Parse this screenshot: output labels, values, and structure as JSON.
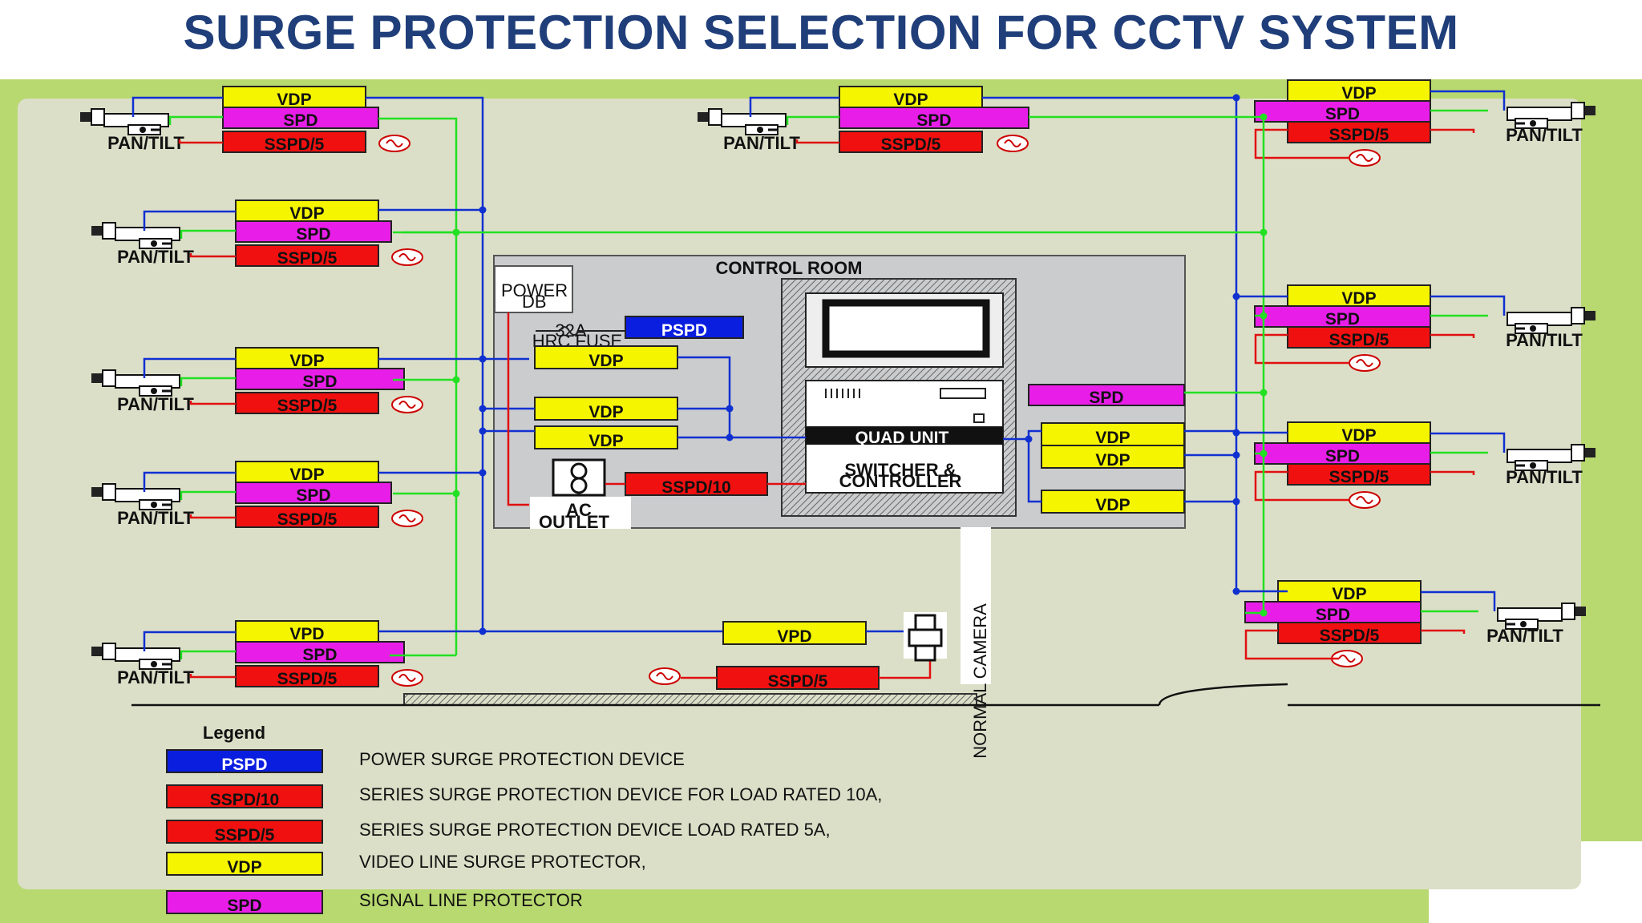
{
  "title": "SURGE PROTECTION SELECTION FOR CCTV SYSTEM",
  "labels": {
    "vdp": "VDP",
    "spd": "SPD",
    "sspd5": "SSPD/5",
    "sspd10": "SSPD/10",
    "pspd": "PSPD",
    "vpd": "VPD",
    "pan_tilt": "PAN/TILT",
    "control_room": "CONTROL ROOM",
    "power_db": "POWER DB",
    "fuse": "32A HRC FUSE",
    "ac_outlet": "AC OUTLET",
    "quad_unit": "QUAD UNIT",
    "switcher": "SWITCHER & CONTROLLER",
    "normal_camera": "NORMAL CAMERA"
  },
  "legend": {
    "title": "Legend",
    "items": [
      {
        "tag": "PSPD",
        "desc": "POWER SURGE PROTECTION DEVICE",
        "color": "#0a1ee0"
      },
      {
        "tag": "SSPD/10",
        "desc": "SERIES SURGE PROTECTION DEVICE FOR LOAD  RATED 10A,",
        "color": "#f01010"
      },
      {
        "tag": "SSPD/5",
        "desc": "SERIES SURGE PROTECTION DEVICE LOAD  RATED 5A,",
        "color": "#f01010"
      },
      {
        "tag": "VDP",
        "desc": "VIDEO LINE  SURGE PROTECTOR,",
        "color": "#f5f500"
      },
      {
        "tag": "SPD",
        "desc": "SIGNAL LINE PROTECTOR",
        "color": "#e81ee8"
      }
    ]
  },
  "colors": {
    "vdp": "#f5f500",
    "spd": "#e81ee8",
    "sspd": "#f01010",
    "pspd": "#0a1ee0",
    "video_line": "#1030d0",
    "signal_line": "#22e022",
    "power_line": "#e01010",
    "background": "#dcdfc8",
    "border": "#b8d870"
  }
}
